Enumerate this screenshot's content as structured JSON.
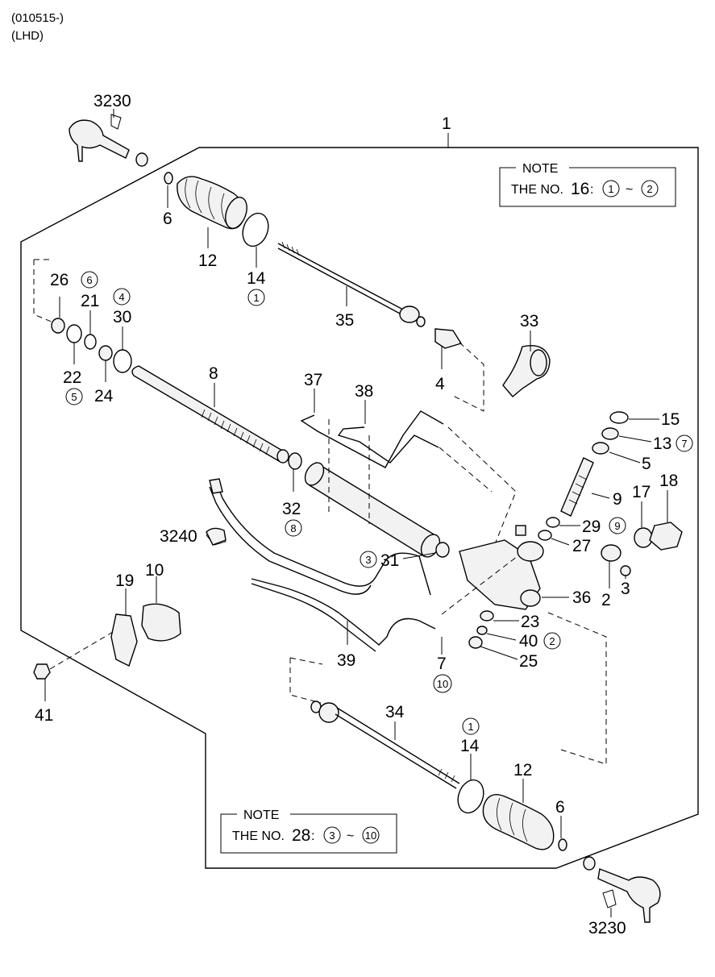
{
  "header": {
    "date_code": "(010515-)",
    "drive": "(LHD)"
  },
  "notes": {
    "top": {
      "title": "NOTE",
      "prefix": "THE NO.",
      "number": "16",
      "from": "1",
      "to": "2"
    },
    "bottom": {
      "title": "NOTE",
      "prefix": "THE NO.",
      "number": "28",
      "from": "3",
      "to": "10"
    }
  },
  "labels": {
    "p3230_top": "3230",
    "p1": "1",
    "p6_top": "6",
    "p12_top": "12",
    "p14_top": "14",
    "c1_top": "1",
    "p35": "35",
    "p33": "33",
    "p4": "4",
    "p26": "26",
    "c6": "6",
    "c4": "4",
    "p21": "21",
    "p30": "30",
    "p22": "22",
    "c5": "5",
    "p24": "24",
    "p8": "8",
    "p37": "37",
    "p38": "38",
    "p15": "15",
    "p13": "13",
    "c7": "7",
    "p5": "5",
    "p9": "9",
    "p17": "17",
    "p18": "18",
    "p29": "29",
    "c9": "9",
    "p27": "27",
    "p32": "32",
    "c8": "8",
    "p3240": "3240",
    "c3": "3",
    "p31": "31",
    "p2": "2",
    "p3_right": "3",
    "p36": "36",
    "p19": "19",
    "p10": "10",
    "p23": "23",
    "p40": "40",
    "c2": "2",
    "p25": "25",
    "p39": "39",
    "p7": "7",
    "c10": "10",
    "p41": "41",
    "p34": "34",
    "c1_bottom": "1",
    "p14_bottom": "14",
    "p12_bottom": "12",
    "p6_bottom": "6",
    "p3230_bottom": "3230"
  }
}
